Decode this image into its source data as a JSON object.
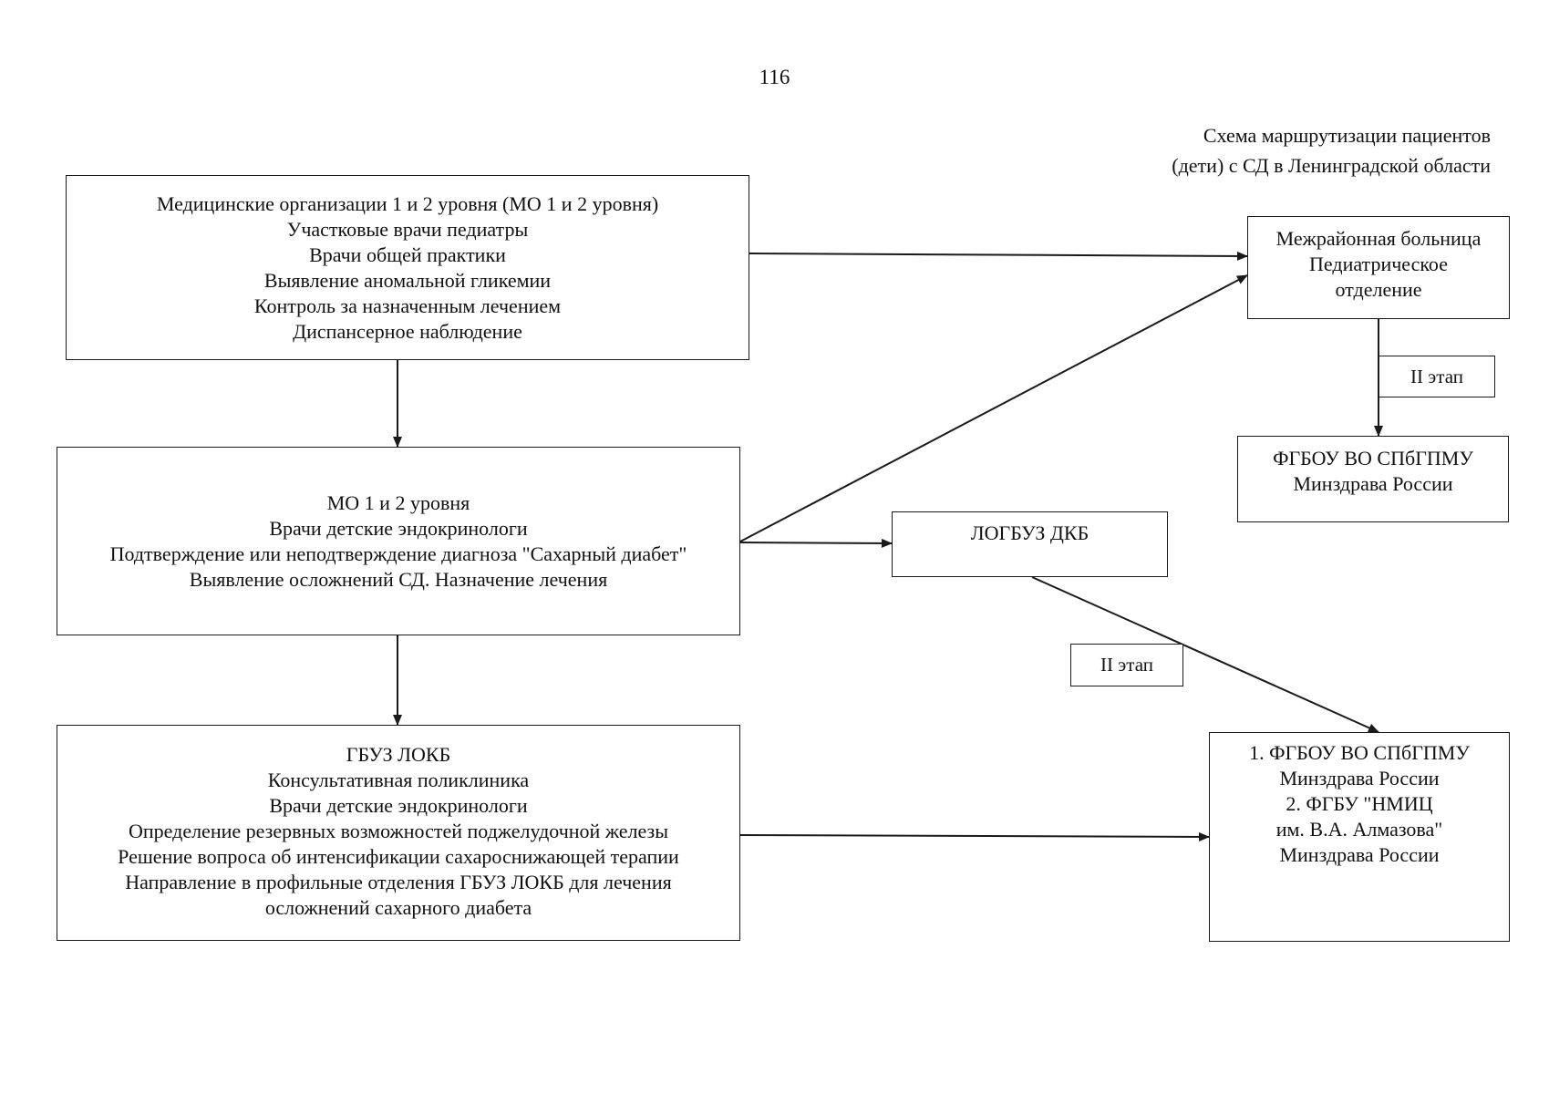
{
  "page_number": "116",
  "caption": {
    "line1": "Схема маршрутизации пациентов",
    "line2": "(дети) с СД в Ленинградской области"
  },
  "nodes": {
    "primary_care": {
      "lines": [
        "Медицинские организации 1 и 2 уровня (МО 1 и 2 уровня)",
        "Участковые врачи педиатры",
        "Врачи общей практики",
        "Выявление аномальной гликемии",
        "Контроль за назначенным лечением",
        "Диспансерное наблюдение"
      ]
    },
    "endocrinology": {
      "lines": [
        "МО 1 и 2 уровня",
        "Врачи детские эндокринологи",
        "Подтверждение или неподтверждение диагноза \"Сахарный диабет\"",
        "Выявление осложнений СД. Назначение лечения"
      ]
    },
    "regional_hospital": {
      "lines": [
        "ГБУЗ ЛОКБ",
        "Консультативная поликлиника",
        "Врачи детские эндокринологи",
        "Определение резервных возможностей поджелудочной железы",
        "Решение вопроса об интенсификации сахароснижающей терапии",
        "Направление в профильные отделения ГБУЗ ЛОКБ для лечения",
        "осложнений сахарного диабета"
      ]
    },
    "interdistrict": {
      "lines": [
        "Межрайонная больница",
        "Педиатрическое",
        "отделение"
      ]
    },
    "spbgpmu": {
      "lines": [
        "ФГБОУ ВО СПбГПМУ",
        "Минздрава России"
      ]
    },
    "logbuz": {
      "lines": [
        "ЛОГБУЗ ДКБ"
      ]
    },
    "federal": {
      "lines": [
        "1. ФГБОУ ВО СПбГПМУ",
        "Минздрава России",
        "2. ФГБУ \"НМИЦ",
        "им. В.А. Алмазова\"",
        "Минздрава России"
      ]
    }
  },
  "stage_labels": {
    "upper": "II этап",
    "lower": "II этап"
  }
}
